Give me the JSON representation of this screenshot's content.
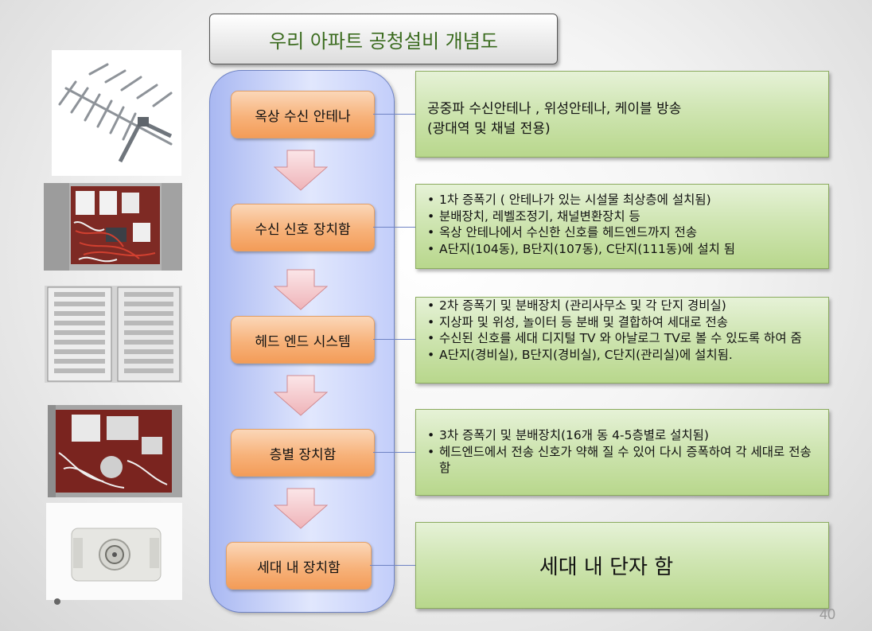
{
  "title": "우리 아파트 공청설비 개념도",
  "flow": [
    {
      "label": "옥상 수신 안테나"
    },
    {
      "label": "수신 신호 장치함"
    },
    {
      "label": "헤드 엔드 시스템"
    },
    {
      "label": "층별 장치함"
    },
    {
      "label": "세대 내 장치함"
    }
  ],
  "descriptions": {
    "antenna": {
      "line1": "공중파 수신안테나 , 위성안테나, 케이블 방송",
      "line2": "(광대역 및 채널 전용)"
    },
    "receiver": [
      "1차 증폭기 ( 안테나가 있는 시설물 최상층에 설치됨)",
      "분배장치, 레벨조정기, 채널변환장치 등",
      "옥상 안테나에서 수신한 신호를 헤드엔드까지 전송",
      "A단지(104동), B단지(107동), C단지(111동)에 설치 됨"
    ],
    "headend": [
      "2차 증폭기 및 분배장치 (관리사무소 및 각 단지 경비실)",
      "지상파 및 위성, 놀이터 등 분배 및 결합하여 세대로 전송",
      "수신된 신호를 세대 디지털 TV 와 아날로그 TV로 볼 수 있도록 하여 줌",
      "A단지(경비실), B단지(경비실), C단지(관리실)에 설치됨."
    ],
    "floor": [
      "3차 증폭기 및 분배장치(16개 동 4-5층별로 설치됨)",
      "헤드엔드에서 전송 신호가 약해 질 수 있어 다시 증폭하여 각 세대로 전송함"
    ],
    "household": "세대 내 단자 함"
  },
  "page_number": "40",
  "colors": {
    "title_text": "#3a6b1e",
    "node_fill": "#f7b27a",
    "desc_fill": "#cfe5b2",
    "column_fill": "#c3cefa",
    "arrow_fill": "#f4c8cc"
  },
  "photos": [
    "antenna-photo",
    "receiver-cabinet-photo",
    "headend-rack-photo",
    "floor-cabinet-photo",
    "wall-outlet-photo"
  ]
}
